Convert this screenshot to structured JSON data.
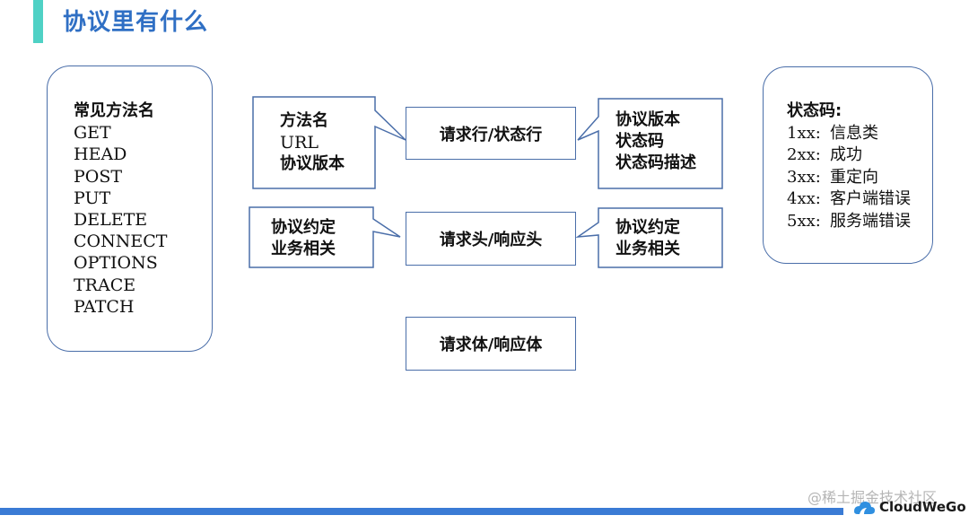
{
  "title": "协议里有什么",
  "methods": {
    "heading": "常见方法名",
    "items": [
      "GET",
      "HEAD",
      "POST",
      "PUT",
      "DELETE",
      "CONNECT",
      "OPTIONS",
      "TRACE",
      "PATCH"
    ]
  },
  "status_codes": {
    "heading": "状态码:",
    "items": [
      {
        "code": "1xx:",
        "meaning": "信息类"
      },
      {
        "code": "2xx:",
        "meaning": "成功"
      },
      {
        "code": "3xx:",
        "meaning": "重定向"
      },
      {
        "code": "4xx:",
        "meaning": "客户端错误"
      },
      {
        "code": "5xx:",
        "meaning": "服务端错误"
      }
    ]
  },
  "sections": {
    "line": "请求行/状态行",
    "header": "请求头/响应头",
    "body": "请求体/响应体"
  },
  "callouts": {
    "request_line": {
      "l1": "方法名",
      "l2": "URL",
      "l3": "协议版本"
    },
    "status_line": {
      "l1": "协议版本",
      "l2": "状态码",
      "l3": "状态码描述"
    },
    "request_header": {
      "l1": "协议约定",
      "l2": "业务相关"
    },
    "response_header": {
      "l1": "协议约定",
      "l2": "业务相关"
    }
  },
  "footer": {
    "watermark": "@稀土掘金技术社区",
    "brand": "CloudWeGo"
  },
  "colors": {
    "title": "#2f6fc4",
    "accent_bar": "#4fd1c5",
    "border": "#4a6ea9",
    "bottom_bar": "#3a7bd5"
  }
}
